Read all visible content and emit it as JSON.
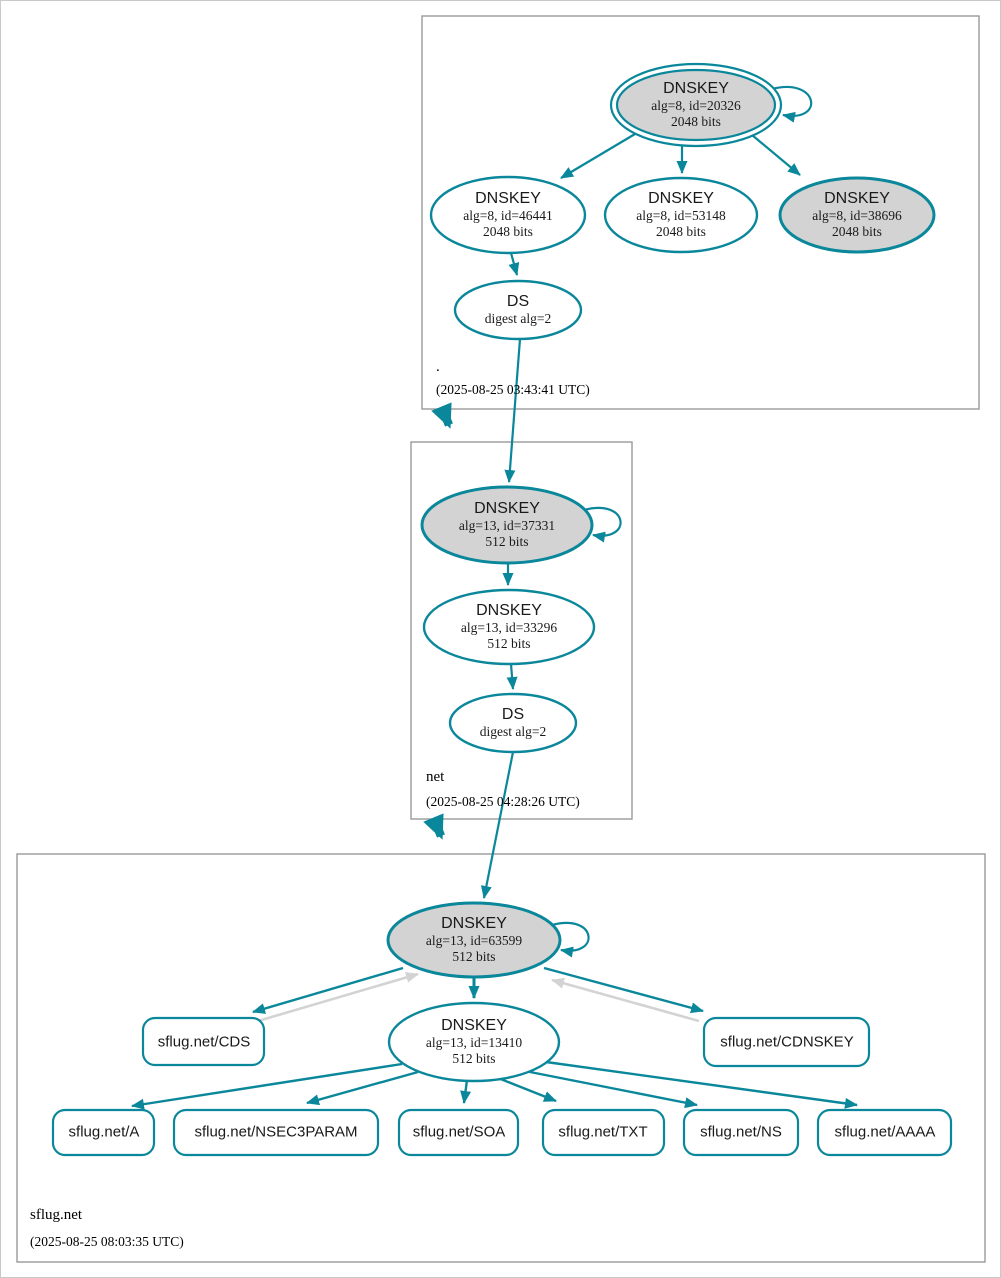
{
  "diagram": {
    "type": "dnssec-authentication-chain",
    "colors": {
      "secure_edge": "#0a879a",
      "sep_key_fill": "#d3d3d3",
      "node_fill": "#ffffff",
      "warning_arrow": "#d3d3d3",
      "zone_box_border": "#999999",
      "text": "#1a1a1a"
    },
    "zones": [
      {
        "label": ".",
        "timestamp": "(2025-08-25 03:43:41 UTC)"
      },
      {
        "label": "net",
        "timestamp": "(2025-08-25 04:28:26 UTC)"
      },
      {
        "label": "sflug.net",
        "timestamp": "(2025-08-25 08:03:35 UTC)"
      }
    ],
    "nodes": {
      "root_ksk": {
        "title": "DNSKEY",
        "detail": "alg=8, id=20326",
        "bits": "2048 bits"
      },
      "root_key_46441": {
        "title": "DNSKEY",
        "detail": "alg=8, id=46441",
        "bits": "2048 bits"
      },
      "root_key_53148": {
        "title": "DNSKEY",
        "detail": "alg=8, id=53148",
        "bits": "2048 bits"
      },
      "root_key_38696": {
        "title": "DNSKEY",
        "detail": "alg=8, id=38696",
        "bits": "2048 bits"
      },
      "root_ds": {
        "title": "DS",
        "detail": "digest alg=2"
      },
      "net_ksk": {
        "title": "DNSKEY",
        "detail": "alg=13, id=37331",
        "bits": "512 bits"
      },
      "net_zsk": {
        "title": "DNSKEY",
        "detail": "alg=13, id=33296",
        "bits": "512 bits"
      },
      "net_ds": {
        "title": "DS",
        "detail": "digest alg=2"
      },
      "sflug_ksk": {
        "title": "DNSKEY",
        "detail": "alg=13, id=63599",
        "bits": "512 bits"
      },
      "sflug_zsk": {
        "title": "DNSKEY",
        "detail": "alg=13, id=13410",
        "bits": "512 bits"
      },
      "cds": {
        "label": "sflug.net/CDS"
      },
      "cdnskey": {
        "label": "sflug.net/CDNSKEY"
      },
      "a": {
        "label": "sflug.net/A"
      },
      "nsec3param": {
        "label": "sflug.net/NSEC3PARAM"
      },
      "soa": {
        "label": "sflug.net/SOA"
      },
      "txt": {
        "label": "sflug.net/TXT"
      },
      "ns": {
        "label": "sflug.net/NS"
      },
      "aaaa": {
        "label": "sflug.net/AAAA"
      }
    }
  }
}
